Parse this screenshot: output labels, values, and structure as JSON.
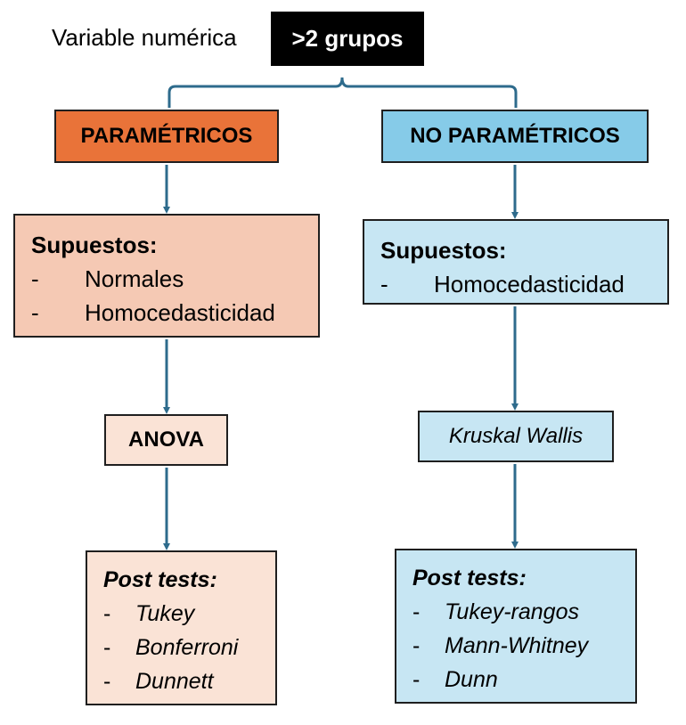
{
  "header": {
    "variable_label": "Variable numérica",
    "groups_label": ">2 grupos"
  },
  "left": {
    "category": "PARAMÉTRICOS",
    "assumptions": {
      "title": "Supuestos:",
      "items": [
        "Normales",
        "Homocedasticidad"
      ]
    },
    "test": "ANOVA",
    "post_tests": {
      "title": "Post tests:",
      "items": [
        "Tukey",
        "Bonferroni",
        "Dunnett"
      ]
    }
  },
  "right": {
    "category": "NO PARAMÉTRICOS",
    "assumptions": {
      "title": "Supuestos:",
      "items": [
        "Homocedasticidad"
      ]
    },
    "test": "Kruskal Wallis",
    "post_tests": {
      "title": "Post tests:",
      "items": [
        "Tukey-rangos",
        "Mann-Whitney",
        "Dunn"
      ]
    }
  },
  "bullet": "-",
  "colors": {
    "header_box": "#000000",
    "parametric": "#e97339",
    "parametric_light": "#f5c9b4",
    "parametric_lighter": "#fae3d6",
    "nonparametric": "#86cbe8",
    "nonparametric_light": "#c7e6f3",
    "connector": "#2e6b8c"
  }
}
